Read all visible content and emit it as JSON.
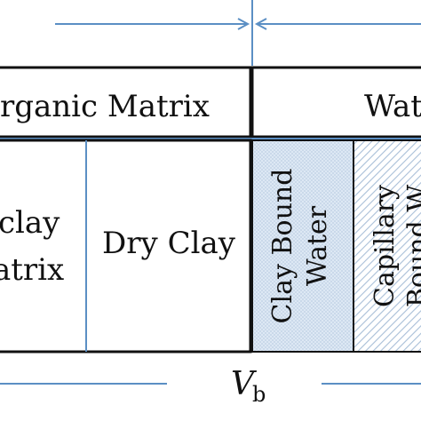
{
  "top_band": {
    "left_label": "rganic Matrix",
    "right_label": "Wat"
  },
  "lower_band": {
    "col1_line1": "clay",
    "col1_line2": "atrix",
    "col2_label": "Dry Clay",
    "col3_line1": "Clay Bound",
    "col3_line2": "Water",
    "col4_line1": "Capillary",
    "col4_line2": "Bound W"
  },
  "bottom_axis": {
    "symbol": "V",
    "subscript": "b"
  },
  "colors": {
    "accent_line": "#5b8fc4",
    "clay_bound_fill": "#dde8f4",
    "capillary_hatch": "#a9bfd8",
    "frame": "#111111"
  }
}
